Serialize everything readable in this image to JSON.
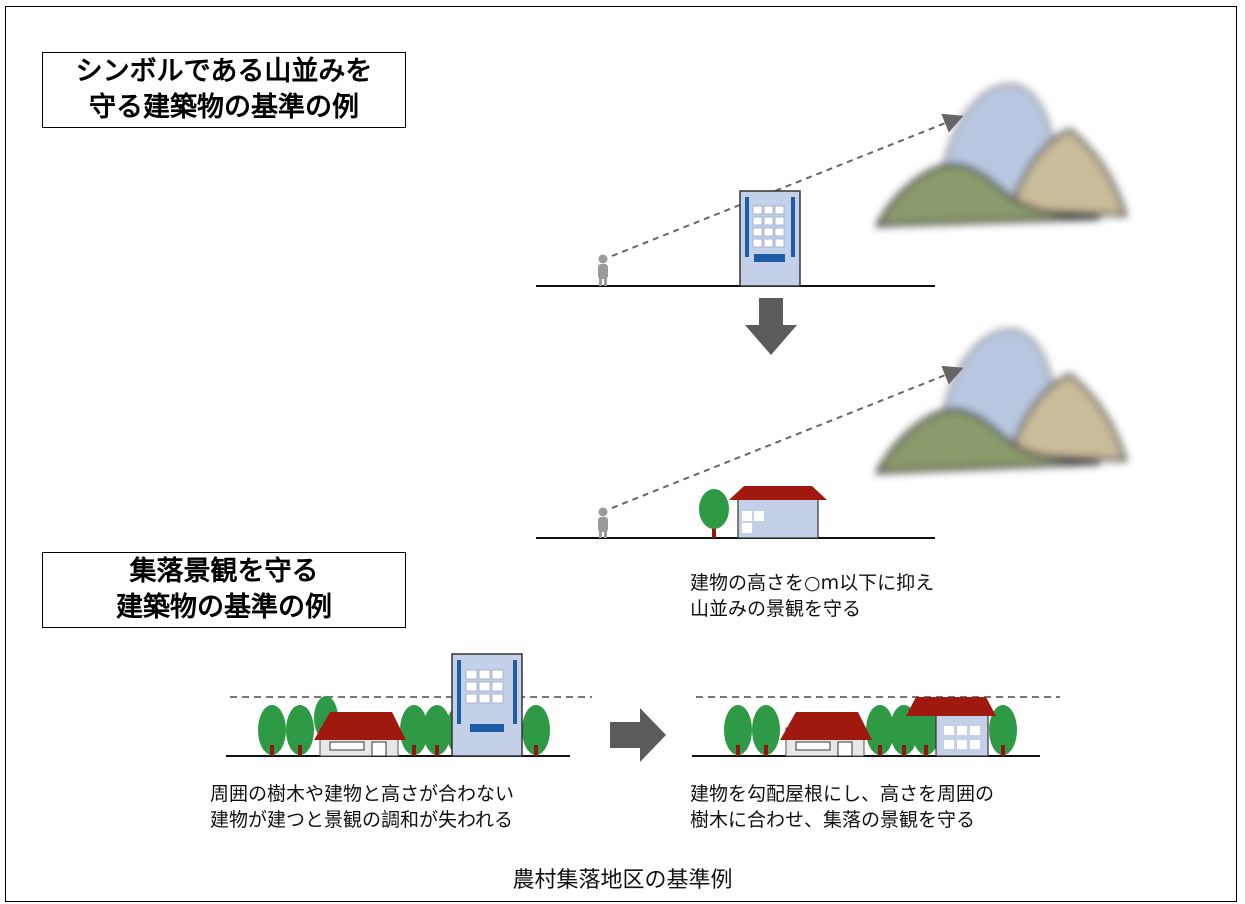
{
  "panel_top": {
    "title_line1": "シンボルである山並みを",
    "title_line2": "守る建築物の基準の例",
    "note_line1": "建物の高さを○m以下に抑え",
    "note_line2": "山並みの景観を守る"
  },
  "panel_bottom": {
    "title_line1": "集落景観を守る",
    "title_line2": "建築物の基準の例",
    "bad_note_line1": "周囲の樹木や建物と高さが合わない",
    "bad_note_line2": "建物が建つと景観の調和が失われる",
    "good_note_line1": "建物を勾配屋根にし、高さを周囲の",
    "good_note_line2": "樹木に合わせ、集落の景観を守る"
  },
  "caption": "農村集落地区の基準例",
  "colors": {
    "mountain_green": "#8a9b6c",
    "mountain_tan": "#c9bc9a",
    "mountain_blue": "#b9c8e0",
    "building_blue": "#c4cfe8",
    "roof_red": "#a0190f",
    "tree_green": "#2e9a45",
    "arrow_gray": "#5b5b5b"
  }
}
